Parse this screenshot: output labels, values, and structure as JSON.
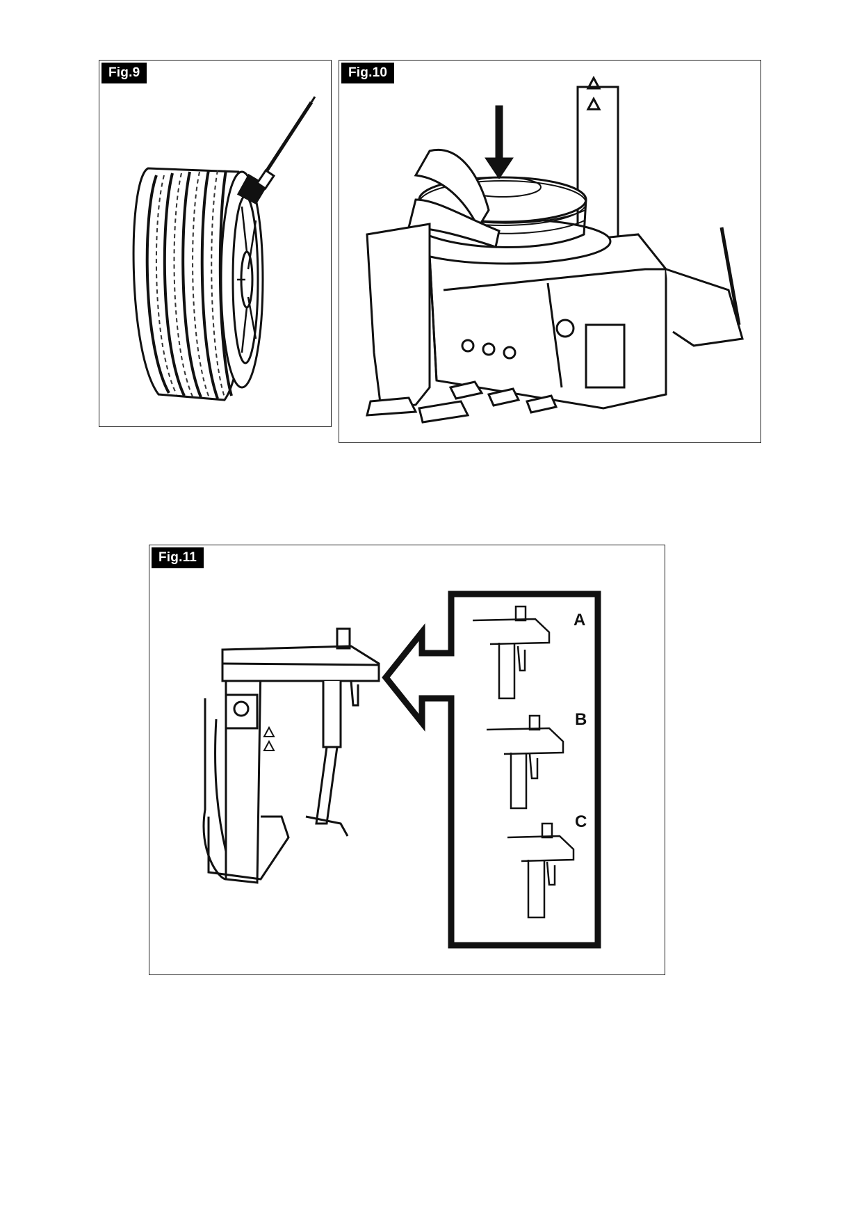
{
  "figures": {
    "fig9": {
      "label": "Fig.9",
      "subject": "tyre-with-bead-lubricant-brush"
    },
    "fig10": {
      "label": "Fig.10",
      "subject": "operator-placing-tyre-on-turntable"
    },
    "fig11": {
      "label": "Fig.11",
      "subject": "mount-demount-head-positions",
      "inset_letters": [
        "A",
        "B",
        "C"
      ]
    }
  }
}
